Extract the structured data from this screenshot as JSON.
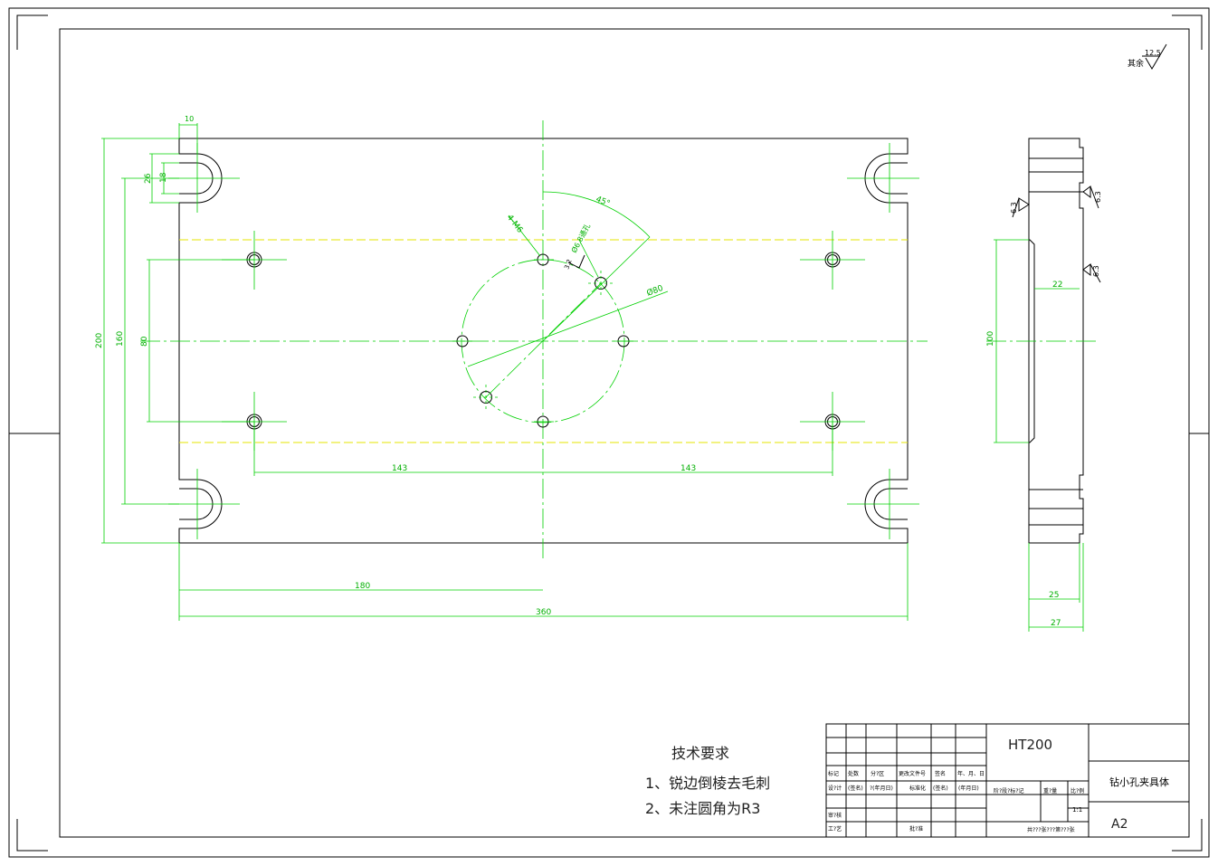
{
  "roughness": {
    "general_value": "12.5",
    "general_label": "其余",
    "surface_value": "6.3"
  },
  "dimensions": {
    "slot_width": "10",
    "slot_height_outer": "26",
    "slot_height_inner": "18",
    "overall_height": "200",
    "height_160": "160",
    "height_80": "80",
    "angle": "45°",
    "thread": "4-M6",
    "hole_note": "Ø6.8通孔",
    "circle_dia": "Ø80",
    "half_spacing_left": "143",
    "half_spacing_right": "143",
    "half_length": "180",
    "overall_length": "360",
    "side_width_22": "22",
    "side_height_100": "100",
    "side_thickness_25": "25",
    "side_thickness_27": "27",
    "small_value": "3.2"
  },
  "tech_requirements": {
    "title": "技术要求",
    "items": [
      "1、锐边倒棱去毛刺",
      "2、未注圆角为R3"
    ]
  },
  "title_block": {
    "material": "HT200",
    "part_name": "钻小孔夹具体",
    "sheet_size": "A2",
    "scale": "1:1",
    "labels": {
      "mark": "标记",
      "count": "处数",
      "zone": "分?区",
      "change_doc": "更改文件号",
      "sign": "签名",
      "date": "年、月、日",
      "design": "设?计",
      "std": "标准化",
      "review": "审?核",
      "process": "工?艺",
      "approve": "批?准",
      "stage_mark": "阶?段?标?记",
      "weight": "重?量",
      "ratio": "比?例",
      "sheets": "共???张???第???张",
      "sig_paren": "(签名)",
      "date_paren": "(年月日)",
      "q_date_paren": "?(年月日)"
    }
  }
}
